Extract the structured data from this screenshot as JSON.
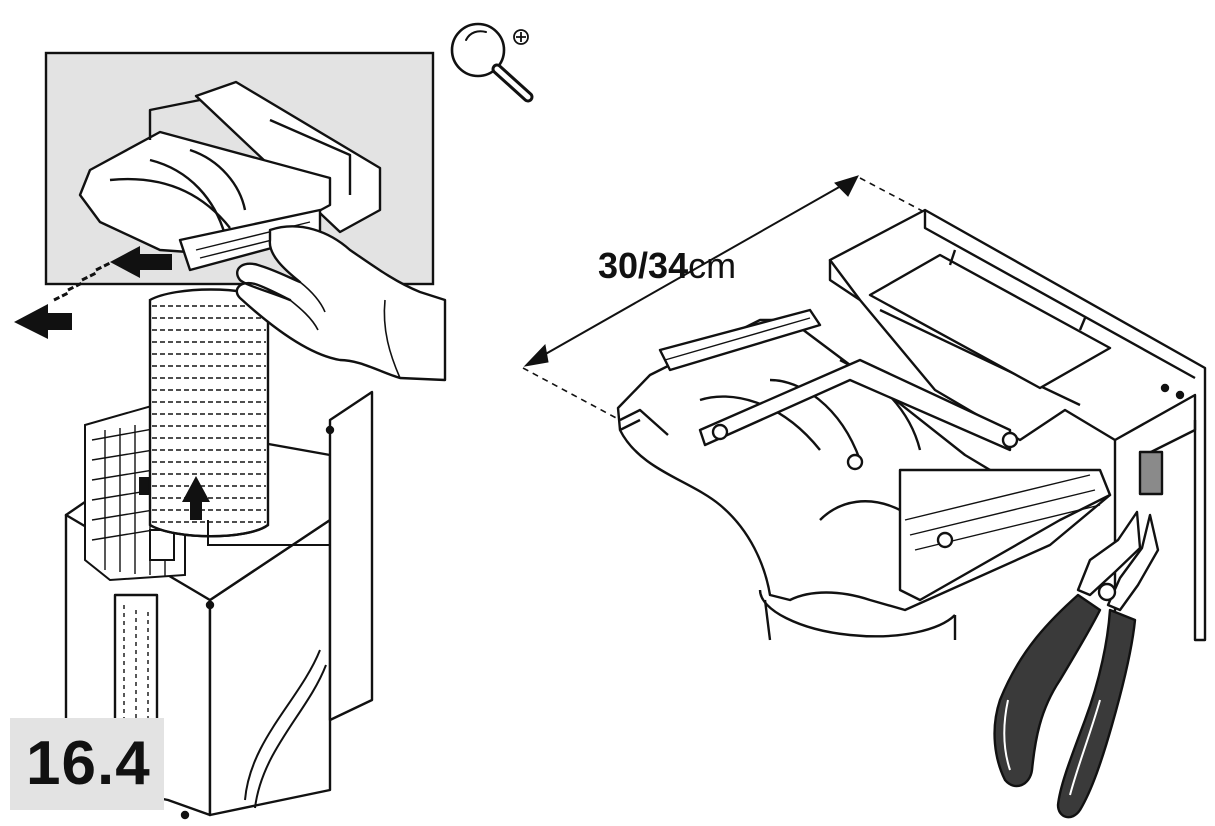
{
  "figure": {
    "step_number": "16.4",
    "dimension": {
      "value": "30/34",
      "unit": "cm"
    },
    "zoom_icon_name": "zoom-in-icon",
    "colors": {
      "inset_background": "#e3e3e3",
      "line": "#111111",
      "plier_grip": "#3a3a3a"
    }
  }
}
